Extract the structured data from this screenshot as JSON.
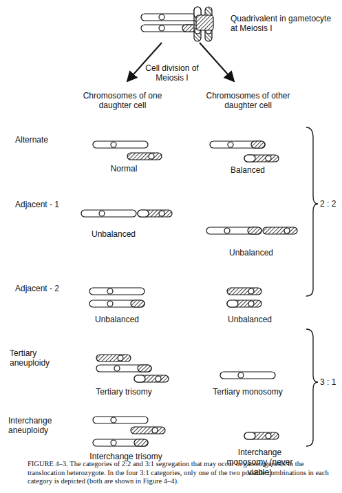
{
  "diagram": {
    "caption": "FIGURE 4–3. The categories of 2:2 and 3:1 segregation that may occur in gametogenesis in the translocation heterozygote. In the four 3:1 categories, only one of the two possible combinations in each category is depicted (both are shown in Figure 4–4).",
    "labels": [
      "Quadrivalent in gametocyte at Meiosis I",
      "Cell division of Meiosis I",
      "Chromosomes of one daughter cell",
      "Chromosomes of other daughter cell",
      "Alternate",
      "Normal",
      "Balanced",
      "Adjacent - 1",
      "Unbalanced",
      "Unbalanced",
      "Adjacent - 2",
      "Unbalanced",
      "Unbalanced",
      "Tertiary aneuploidy",
      "Tertiary trisomy",
      "Tertiary monosomy",
      "Interchange aneuploidy",
      "Interchange trisomy",
      "Interchange monosomy (never viable)",
      "2 : 2",
      "3 : 1"
    ]
  }
}
